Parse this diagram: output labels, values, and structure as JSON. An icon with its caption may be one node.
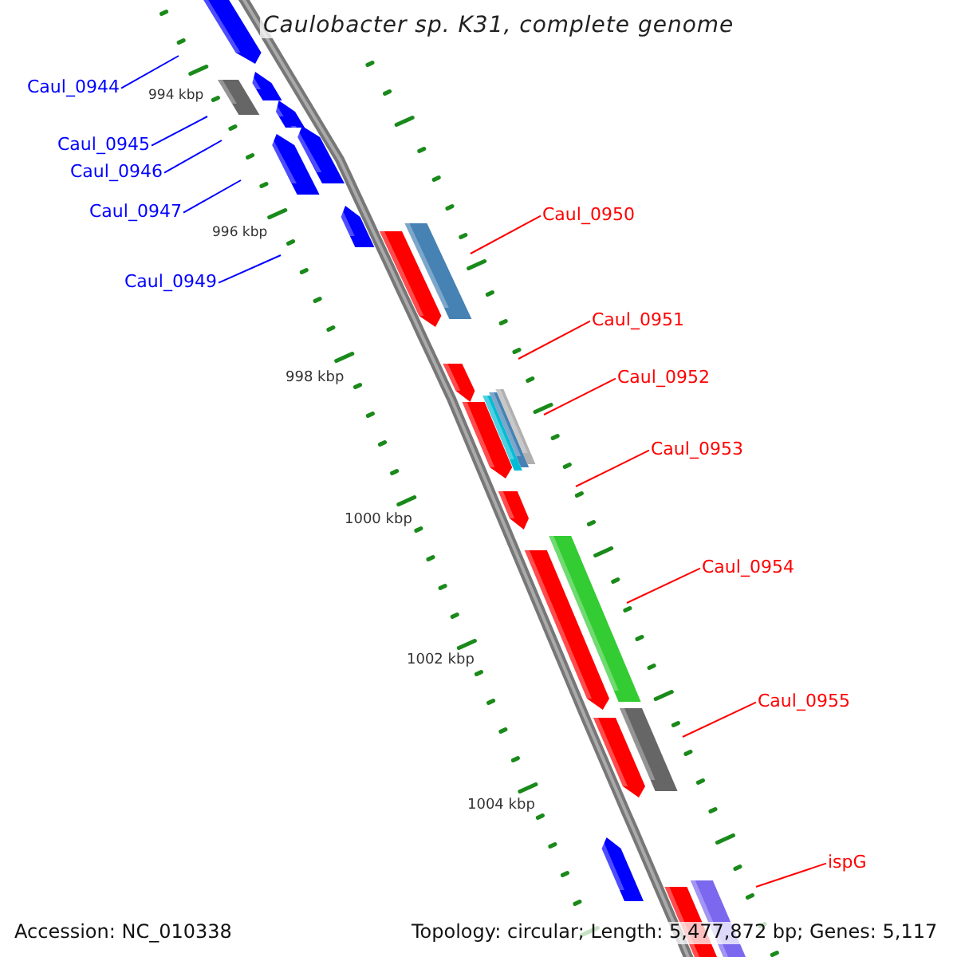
{
  "diagram": {
    "title": "Caulobacter sp. K31, complete genome",
    "nodes": [
      {
        "text": [
          "Caul_0944"
        ]
      },
      {
        "text": [
          "Caul_0945"
        ]
      },
      {
        "text": [
          "Caul_0946"
        ]
      },
      {
        "text": [
          "Caul_0947"
        ]
      },
      {
        "text": [
          "Caul_0949"
        ]
      },
      {
        "text": [
          "Caul_0950"
        ]
      },
      {
        "text": [
          "Caul_0951"
        ]
      },
      {
        "text": [
          "Caul_0952"
        ]
      },
      {
        "text": [
          "Caul_0953"
        ]
      },
      {
        "text": [
          "Caul_0954"
        ]
      },
      {
        "text": [
          "Caul_0955"
        ]
      },
      {
        "text": [
          "ispG"
        ]
      }
    ],
    "edges": [
      {
        "from": 0,
        "to": null,
        "arrow": "none",
        "color": "#0000ff"
      },
      {
        "from": 1,
        "to": null,
        "arrow": "none",
        "color": "#0000ff"
      },
      {
        "from": 2,
        "to": null,
        "arrow": "none",
        "color": "#0000ff"
      },
      {
        "from": 3,
        "to": null,
        "arrow": "none",
        "color": "#0000ff"
      },
      {
        "from": 4,
        "to": null,
        "arrow": "none",
        "color": "#0000ff"
      },
      {
        "from": 5,
        "to": null,
        "arrow": "none"
      },
      {
        "from": 6,
        "to": null,
        "arrow": "none"
      },
      {
        "from": 7,
        "to": null,
        "arrow": "none"
      },
      {
        "from": 8,
        "to": null,
        "arrow": "none"
      },
      {
        "from": 9,
        "to": null,
        "arrow": "none"
      },
      {
        "from": 10,
        "to": null,
        "arrow": "none"
      },
      {
        "from": 11,
        "to": null,
        "arrow": "none"
      }
    ],
    "labels": [
      "994 kbp",
      "996 kbp",
      "998 kbp",
      "1000 kbp",
      "1002 kbp",
      "1004 kbp",
      "Accession: NC_010338",
      "Topology: circular; Length: 5,477,872 bp; Genes: 5,117"
    ]
  }
}
